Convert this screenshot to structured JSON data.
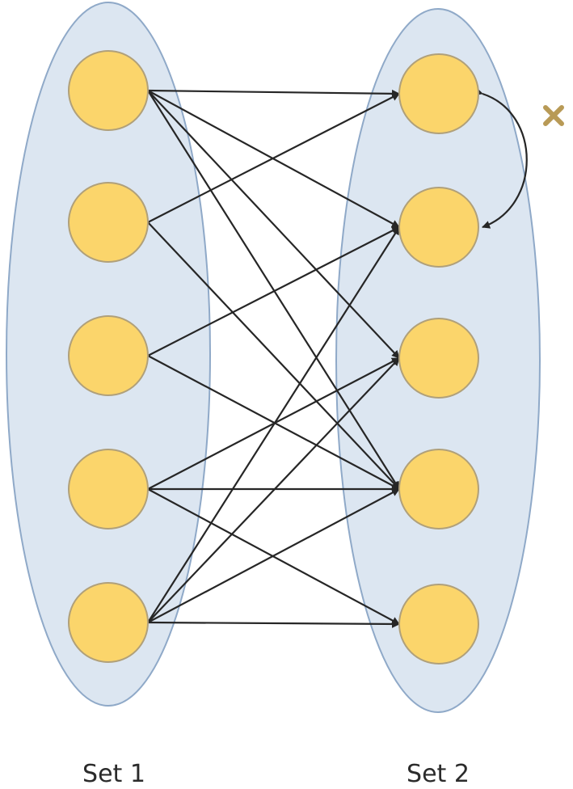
{
  "sets": [
    {
      "id": "set1",
      "label": "Set 1",
      "node_count": 5
    },
    {
      "id": "set2",
      "label": "Set 2",
      "node_count": 5
    }
  ],
  "edges": [
    {
      "from": 0,
      "to": 0
    },
    {
      "from": 0,
      "to": 1
    },
    {
      "from": 0,
      "to": 2
    },
    {
      "from": 0,
      "to": 3
    },
    {
      "from": 1,
      "to": 0
    },
    {
      "from": 1,
      "to": 3
    },
    {
      "from": 2,
      "to": 1
    },
    {
      "from": 2,
      "to": 3
    },
    {
      "from": 3,
      "to": 2
    },
    {
      "from": 3,
      "to": 3
    },
    {
      "from": 3,
      "to": 4
    },
    {
      "from": 4,
      "to": 1
    },
    {
      "from": 4,
      "to": 2
    },
    {
      "from": 4,
      "to": 3
    },
    {
      "from": 4,
      "to": 4
    }
  ],
  "forbidden_link": {
    "set": "set2",
    "between": [
      0,
      1
    ],
    "mark": "x-mark-icon"
  },
  "colors": {
    "set_fill": "#dce6f1",
    "set_stroke": "#8fa9c8",
    "node_fill": "#fbd56b",
    "node_stroke": "#b0a07a",
    "edge": "#262626",
    "forbidden_mark": "#b89a56"
  }
}
